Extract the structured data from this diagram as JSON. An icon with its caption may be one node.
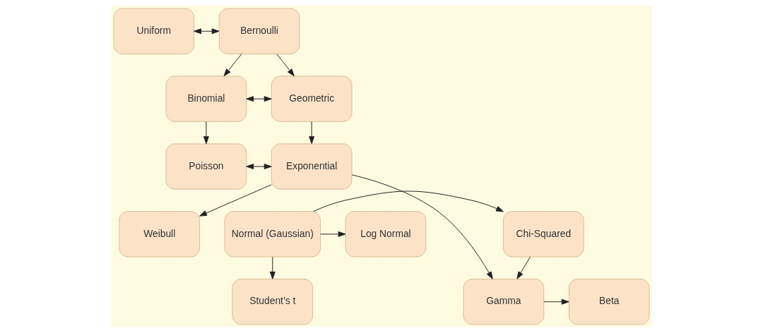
{
  "diagram": {
    "nodes": [
      {
        "text": [
          "Uniform"
        ]
      },
      {
        "text": [
          "Bernoulli"
        ]
      },
      {
        "text": [
          "Binomial"
        ]
      },
      {
        "text": [
          "Geometric"
        ]
      },
      {
        "text": [
          "Poisson"
        ]
      },
      {
        "text": [
          "Exponential"
        ]
      },
      {
        "text": [
          "Weibull"
        ]
      },
      {
        "text": [
          "Log Normal"
        ]
      },
      {
        "text": [
          "Normal (Gaussian)"
        ]
      },
      {
        "text": [
          "Chi-Squared"
        ]
      },
      {
        "text": [
          "Student’s t"
        ]
      },
      {
        "text": [
          "Gamma"
        ]
      },
      {
        "text": [
          "Beta"
        ]
      }
    ],
    "edges": [
      {
        "from": 0,
        "to": 1,
        "arrow": "both"
      },
      {
        "from": 1,
        "to": 2,
        "arrow": "to"
      },
      {
        "from": 1,
        "to": 3,
        "arrow": "to"
      },
      {
        "from": 2,
        "to": 3,
        "arrow": "both"
      },
      {
        "from": 2,
        "to": 4,
        "arrow": "to"
      },
      {
        "from": 3,
        "to": 5,
        "arrow": "to"
      },
      {
        "from": 4,
        "to": 5,
        "arrow": "both"
      },
      {
        "from": 5,
        "to": 6,
        "arrow": "to"
      },
      {
        "from": 5,
        "to": 11,
        "arrow": "to"
      },
      {
        "from": 8,
        "to": 7,
        "arrow": "to"
      },
      {
        "from": 8,
        "to": 9,
        "arrow": "to"
      },
      {
        "from": 8,
        "to": 10,
        "arrow": "to"
      },
      {
        "from": 9,
        "to": 11,
        "arrow": "to"
      },
      {
        "from": 11,
        "to": 12,
        "arrow": "to"
      }
    ]
  }
}
